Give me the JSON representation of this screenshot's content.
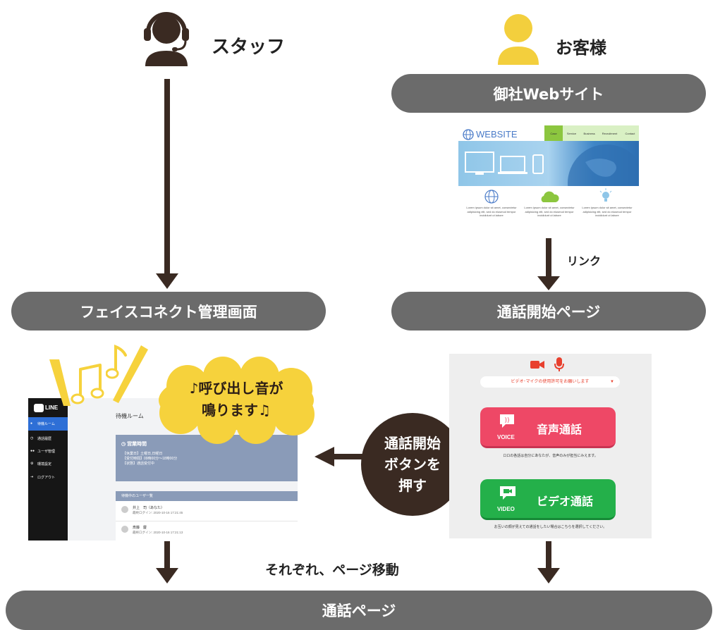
{
  "staff": {
    "label": "スタッフ"
  },
  "customer": {
    "label": "お客様"
  },
  "pills": {
    "website": "御社Webサイト",
    "admin": "フェイスコネクト管理画面",
    "start_page": "通話開始ページ",
    "call_page": "通話ページ"
  },
  "link_label": "リンク",
  "move_label": "それぞれ、ページ移動",
  "press_bubble": {
    "line1": "通話開始",
    "line2": "ボタンを",
    "line3": "押す"
  },
  "ring_cloud": {
    "line1": "♪呼び出し音が",
    "line2": "鳴ります♫"
  },
  "website_mock": {
    "brand": "WEBSITE",
    "nav": [
      "Case",
      "Service",
      "Business",
      "Recruitment",
      "Contact"
    ],
    "cols": [
      {
        "text": "Lorem ipsum dolor sit amet, consectetur adipisicing elit, sed do eiusmod tempor incididunt ut labore"
      },
      {
        "text": "Lorem ipsum dolor sit amet, consectetur adipisicing elit, sed do eiusmod tempor incididunt ut labore"
      },
      {
        "text": "Lorem ipsum dolor sit amet, consectetur adipisicing elit, sed do eiusmod tempor incididunt ut labore"
      }
    ]
  },
  "admin_mock": {
    "logo": "LINE",
    "menu": [
      "待機ルーム",
      "通話履歴",
      "ユーザ管理",
      "環境設定",
      "ログアウト"
    ],
    "title": "待機ルーム",
    "hours_title": "営業時間",
    "hours_lines": [
      "【休業日】土曜日,日曜日",
      "【受付時間】09時00分〜18時00分",
      "【状態】通話受付中"
    ],
    "waiting_header": "待機中のユーザ一覧",
    "users": [
      {
        "name": "井上　司（あなた）",
        "login": "最終ログイン: 2020-10-16 17:21:45"
      },
      {
        "name": "斎藤　慶",
        "login": "最終ログイン: 2020-10-16 17:21:13"
      }
    ]
  },
  "start_mock": {
    "permission": "ビデオ･マイクの使用許可をお願いします",
    "voice_label": "音声通話",
    "voice_tag": "VOICE",
    "voice_note": "ロロの各話は自分にあなたが、音声のみが担当にみえます。",
    "video_label": "ビデオ通話",
    "video_tag": "VIDEO",
    "video_note": "お互いの顔が見えての通話をしたい場合はこちらを選択してください。"
  },
  "colors": {
    "arrow": "#3a2a22",
    "pill": "#6b6b6b",
    "staff": "#3a2a22",
    "customer": "#f3cf3d",
    "voice": "#ee4866",
    "video": "#24b04a",
    "cloud": "#f6d23c"
  }
}
